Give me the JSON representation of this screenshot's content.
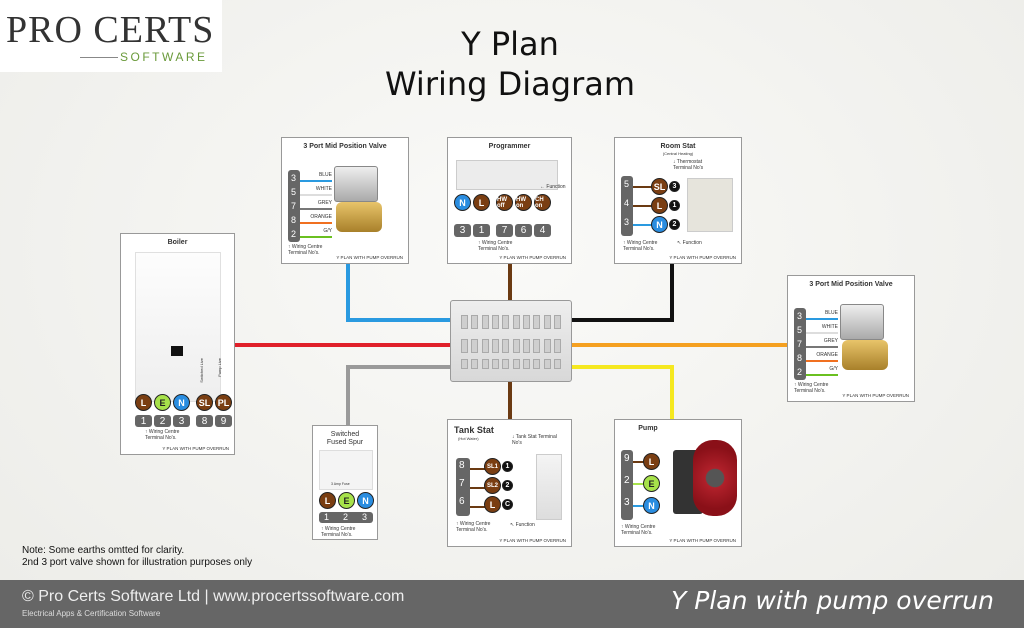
{
  "logo": {
    "line1": "PRO CERTS",
    "line2": "SOFTWARE"
  },
  "title": {
    "line1": "Y Plan",
    "line2": "Wiring Diagram"
  },
  "colors": {
    "blue": "#2a9ae0",
    "brown": "#6b3a12",
    "black": "#111111",
    "red": "#e0202a",
    "orange": "#f5a020",
    "grey": "#9a9a9a",
    "yellow": "#f5e820"
  },
  "common": {
    "wiring_centre": "Wiring Centre Terminal No's.",
    "footer": "Y PLAN WITH PUMP OVERRUN",
    "function": "Function"
  },
  "valve": {
    "title": "3 Port Mid Position Valve",
    "rows": [
      {
        "num": "3",
        "wire": "BLUE",
        "color": "#2a9ae0"
      },
      {
        "num": "5",
        "wire": "WHITE",
        "color": "#dddddd"
      },
      {
        "num": "7",
        "wire": "GREY",
        "color": "#777777"
      },
      {
        "num": "8",
        "wire": "ORANGE",
        "color": "#f07020"
      },
      {
        "num": "2",
        "wire": "G/Y",
        "color": "#6ac020"
      }
    ]
  },
  "programmer": {
    "title": "Programmer",
    "circles": [
      "N",
      "L",
      "HW off",
      "HW on",
      "CH on"
    ],
    "nums": [
      "3",
      "1",
      "7",
      "6",
      "4"
    ]
  },
  "roomstat": {
    "title": "Room Stat",
    "subtitle": "(Central Heating)",
    "stat_terminals": "Thermostat Terminal No's",
    "nums": [
      "5",
      "4",
      "3"
    ],
    "circles": [
      "SL",
      "L",
      "N"
    ],
    "stat_nums": [
      "3",
      "1",
      "2"
    ]
  },
  "boiler": {
    "title": "Boiler",
    "circles": [
      "L",
      "E",
      "N",
      "SL",
      "PL"
    ],
    "nums": [
      "1",
      "2",
      "3",
      "8",
      "9"
    ],
    "sl_label": "Switched Live",
    "pl_label": "Pump Live"
  },
  "spur": {
    "title": "Switched Fused Spur",
    "fuse": "3 Amp Fuse",
    "circles": [
      "L",
      "E",
      "N"
    ],
    "nums": [
      "1",
      "2",
      "3"
    ]
  },
  "tankstat": {
    "title": "Tank Stat",
    "subtitle": "(Hot Water)",
    "stat_terminals": "Tank Stat Terminal No's",
    "nums": [
      "8",
      "7",
      "6"
    ],
    "circles": [
      "SL1",
      "SL2",
      "L"
    ],
    "stat_nums": [
      "1",
      "2",
      "C"
    ]
  },
  "pump": {
    "title": "Pump",
    "nums": [
      "9",
      "2",
      "3"
    ],
    "circles": [
      "L",
      "E",
      "N"
    ]
  },
  "note": {
    "line1": "Note: Some earths omtted for clarity.",
    "line2": "2nd 3 port valve shown for illustration purposes only"
  },
  "footer": {
    "copyright": "© Pro Certs Software Ltd | www.procertssoftware.com",
    "tagline": "Electrical Apps & Certification Software",
    "plan": "Y Plan with pump overrun"
  }
}
